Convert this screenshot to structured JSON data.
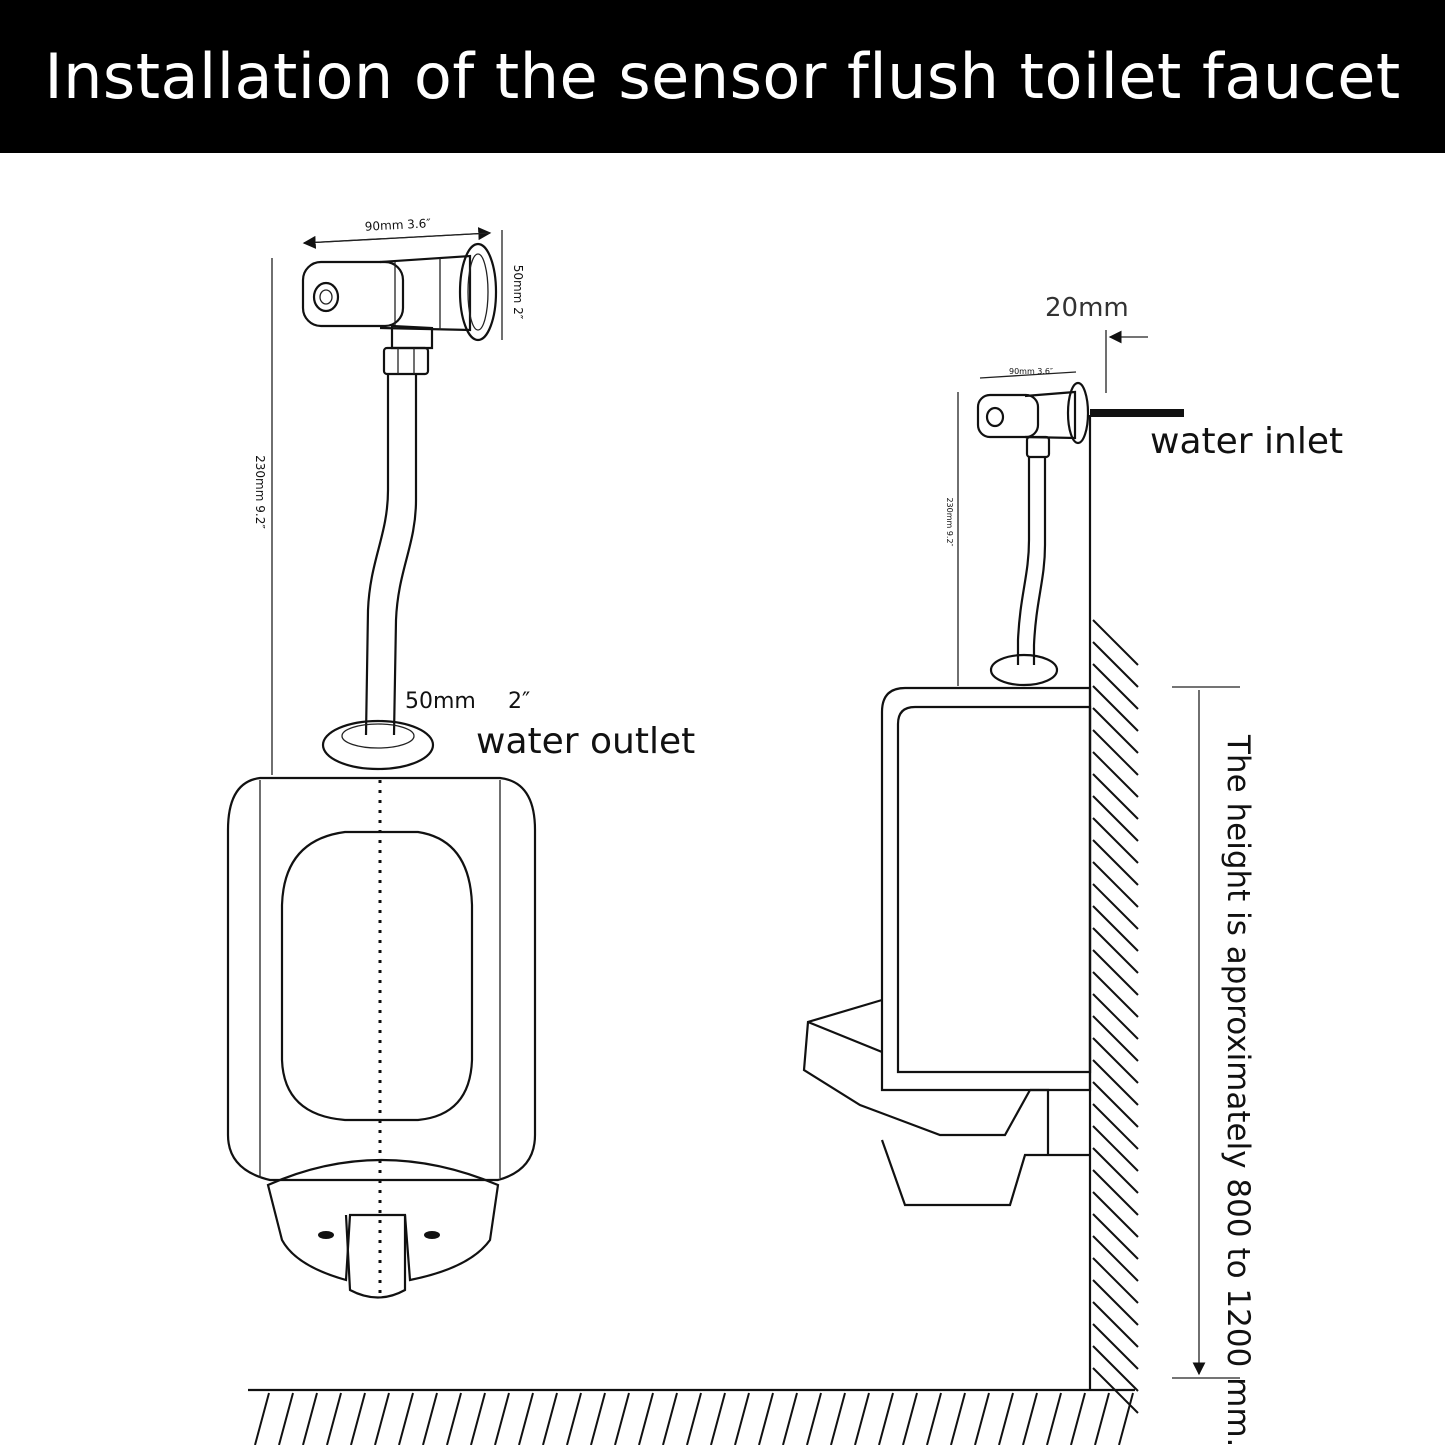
{
  "title": "Installation of the sensor flush toilet faucet",
  "front_view": {
    "width_dim": "90mm 3.6″",
    "height_dim": "50mm 2″",
    "length_dim": "230mm 9.2″",
    "outlet_size": "50mm",
    "outlet_size_in": "2″",
    "outlet_label": "water outlet"
  },
  "side_view": {
    "wall_gap": "20mm",
    "width_dim": "90mm 3.6″",
    "length_dim": "230mm 9.2″",
    "inlet_label": "water inlet",
    "height_note": "The height is approximately 800 to 1200 mm."
  },
  "colors": {
    "title_bg": "#000000",
    "title_fg": "#ffffff",
    "line": "#111111"
  }
}
